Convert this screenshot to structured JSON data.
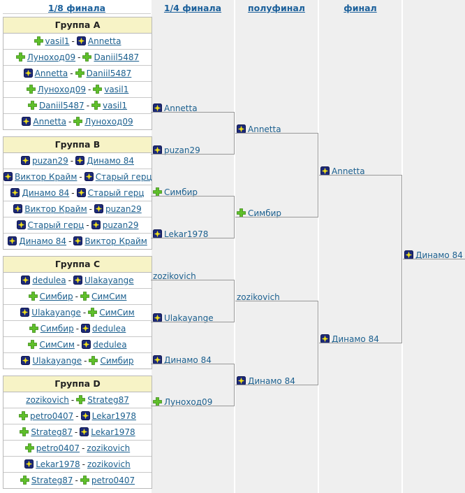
{
  "headers": {
    "r16": "1/8 финала",
    "qf": "1/4 финала",
    "sf": "полуфинал",
    "f": "финал"
  },
  "groups": [
    {
      "title": "Группа A",
      "matches": [
        {
          "p1": "vasil1",
          "i1": "plus",
          "p2": "Annetta",
          "i2": "star"
        },
        {
          "p1": "Луноход09",
          "i1": "plus",
          "p2": "Daniil5487",
          "i2": "plus"
        },
        {
          "p1": "Annetta",
          "i1": "star",
          "p2": "Daniil5487",
          "i2": "plus"
        },
        {
          "p1": "Луноход09",
          "i1": "plus",
          "p2": "vasil1",
          "i2": "plus"
        },
        {
          "p1": "Daniil5487",
          "i1": "plus",
          "p2": "vasil1",
          "i2": "plus"
        },
        {
          "p1": "Annetta",
          "i1": "star",
          "p2": "Луноход09",
          "i2": "plus"
        }
      ]
    },
    {
      "title": "Группа B",
      "matches": [
        {
          "p1": "puzan29",
          "i1": "star",
          "p2": "Динамо 84",
          "i2": "star"
        },
        {
          "p1": "Виктор Крайм",
          "i1": "star",
          "p2": "Старый герц",
          "i2": "star"
        },
        {
          "p1": "Динамо 84",
          "i1": "star",
          "p2": "Старый герц",
          "i2": "star"
        },
        {
          "p1": "Виктор Крайм",
          "i1": "star",
          "p2": "puzan29",
          "i2": "star"
        },
        {
          "p1": "Старый герц",
          "i1": "star",
          "p2": "puzan29",
          "i2": "star"
        },
        {
          "p1": "Динамо 84",
          "i1": "star",
          "p2": "Виктор Крайм",
          "i2": "star"
        }
      ]
    },
    {
      "title": "Группа C",
      "matches": [
        {
          "p1": "dedulea",
          "i1": "star",
          "p2": "Ulakayange",
          "i2": "star"
        },
        {
          "p1": "Симбир",
          "i1": "plus",
          "p2": "СимСим",
          "i2": "plus"
        },
        {
          "p1": "Ulakayange",
          "i1": "star",
          "p2": "СимСим",
          "i2": "plus"
        },
        {
          "p1": "Симбир",
          "i1": "plus",
          "p2": "dedulea",
          "i2": "star"
        },
        {
          "p1": "СимСим",
          "i1": "plus",
          "p2": "dedulea",
          "i2": "star"
        },
        {
          "p1": "Ulakayange",
          "i1": "star",
          "p2": "Симбир",
          "i2": "plus"
        }
      ]
    },
    {
      "title": "Группа D",
      "matches": [
        {
          "p1": "zozikovich",
          "i1": "",
          "p2": "Strateg87",
          "i2": "plus"
        },
        {
          "p1": "petro0407",
          "i1": "plus",
          "p2": "Lekar1978",
          "i2": "star"
        },
        {
          "p1": "Strateg87",
          "i1": "plus",
          "p2": "Lekar1978",
          "i2": "star"
        },
        {
          "p1": "petro0407",
          "i1": "plus",
          "p2": "zozikovich",
          "i2": ""
        },
        {
          "p1": "Lekar1978",
          "i1": "star",
          "p2": "zozikovich",
          "i2": ""
        },
        {
          "p1": "Strateg87",
          "i1": "plus",
          "p2": "petro0407",
          "i2": "plus"
        }
      ]
    }
  ],
  "quarterfinals": [
    {
      "name": "Annetta",
      "icon": "star"
    },
    {
      "name": "puzan29",
      "icon": "star"
    },
    {
      "name": "Симбир",
      "icon": "plus"
    },
    {
      "name": "Lekar1978",
      "icon": "star"
    },
    {
      "name": "zozikovich",
      "icon": ""
    },
    {
      "name": "Ulakayange",
      "icon": "star"
    },
    {
      "name": "Динамо 84",
      "icon": "star"
    },
    {
      "name": "Луноход09",
      "icon": "plus"
    }
  ],
  "semifinals": [
    {
      "name": "Annetta",
      "icon": "star"
    },
    {
      "name": "Симбир",
      "icon": "plus"
    },
    {
      "name": "zozikovich",
      "icon": ""
    },
    {
      "name": "Динамо 84",
      "icon": "star"
    }
  ],
  "final": [
    {
      "name": "Annetta",
      "icon": "star"
    },
    {
      "name": "Динамо 84",
      "icon": "star"
    }
  ],
  "winner": {
    "name": "Динамо 84",
    "icon": "star"
  },
  "colors": {
    "link": "#1b5f8e",
    "header": "#1a5f9a",
    "group_title_bg": "#f7f3c6",
    "column_bg": "#efefef",
    "star_bg": "#1d2a78",
    "star_fg": "#f2e21a",
    "plus": "#5fbf2a"
  }
}
